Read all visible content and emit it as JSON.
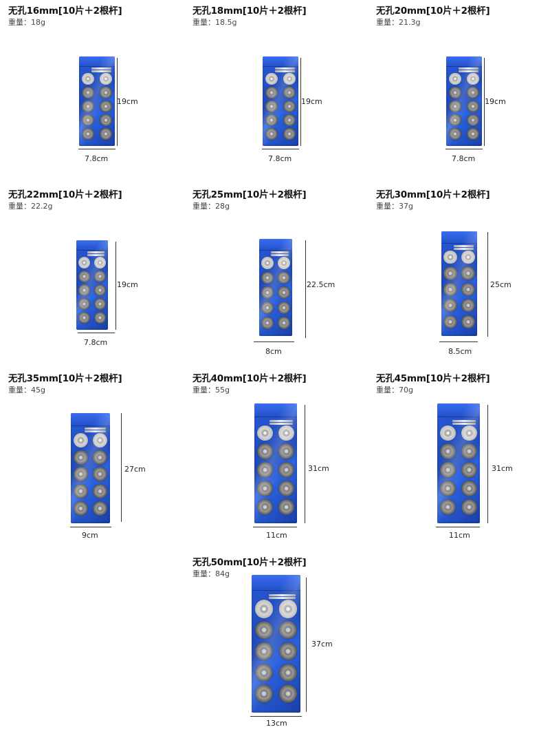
{
  "items": [
    {
      "title": "无孔16mm[10片＋2根杆]",
      "weight": "重量：18g",
      "height_label": "19cm",
      "width_label": "7.8cm"
    },
    {
      "title": "无孔18mm[10片＋2根杆]",
      "weight": "重量：18.5g",
      "height_label": "19cm",
      "width_label": "7.8cm"
    },
    {
      "title": "无孔20mm[10片＋2根杆]",
      "weight": "重量：21.3g",
      "height_label": "19cm",
      "width_label": "7.8cm"
    },
    {
      "title": "无孔22mm[10片＋2根杆]",
      "weight": "重量：22.2g",
      "height_label": "19cm",
      "width_label": "7.8cm"
    },
    {
      "title": "无孔25mm[10片＋2根杆]",
      "weight": "重量：28g",
      "height_label": "22.5cm",
      "width_label": "8cm"
    },
    {
      "title": "无孔30mm[10片＋2根杆]",
      "weight": "重量：37g",
      "height_label": "25cm",
      "width_label": "8.5cm"
    },
    {
      "title": "无孔35mm[10片＋2根杆]",
      "weight": "重量：45g",
      "height_label": "27cm",
      "width_label": "9cm"
    },
    {
      "title": "无孔40mm[10片＋2根杆]",
      "weight": "重量：55g",
      "height_label": "31cm",
      "width_label": "11cm"
    },
    {
      "title": "无孔45mm[10片＋2根杆]",
      "weight": "重量：70g",
      "height_label": "31cm",
      "width_label": "11cm"
    },
    {
      "title": "无孔50mm[10片＋2根杆]",
      "weight": "重量：84g",
      "height_label": "37cm",
      "width_label": "13cm"
    }
  ],
  "colors": {
    "pouch_blue": "#1d47b8",
    "text": "#111111"
  }
}
